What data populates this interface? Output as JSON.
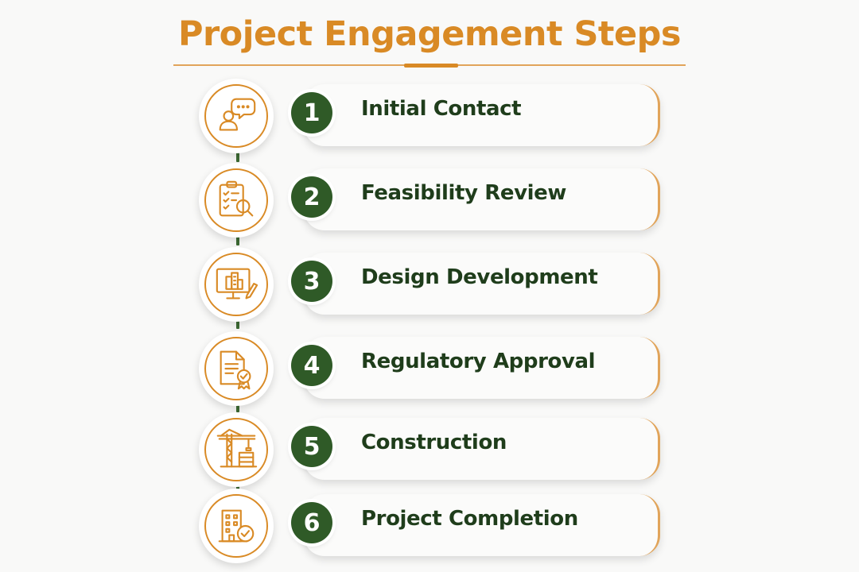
{
  "title": "Project Engagement Steps",
  "colors": {
    "accent": "#d98a25",
    "badge": "#2f5a27",
    "text": "#1f3d1b"
  },
  "steps": [
    {
      "number": "1",
      "label": "Initial Contact",
      "icon": "person-chat-icon"
    },
    {
      "number": "2",
      "label": "Feasibility Review",
      "icon": "clipboard-search-icon"
    },
    {
      "number": "3",
      "label": "Design Development",
      "icon": "monitor-building-pencil-icon"
    },
    {
      "number": "4",
      "label": "Regulatory Approval",
      "icon": "document-certificate-icon"
    },
    {
      "number": "5",
      "label": "Construction",
      "icon": "crane-icon"
    },
    {
      "number": "6",
      "label": "Project Completion",
      "icon": "building-check-icon"
    }
  ]
}
